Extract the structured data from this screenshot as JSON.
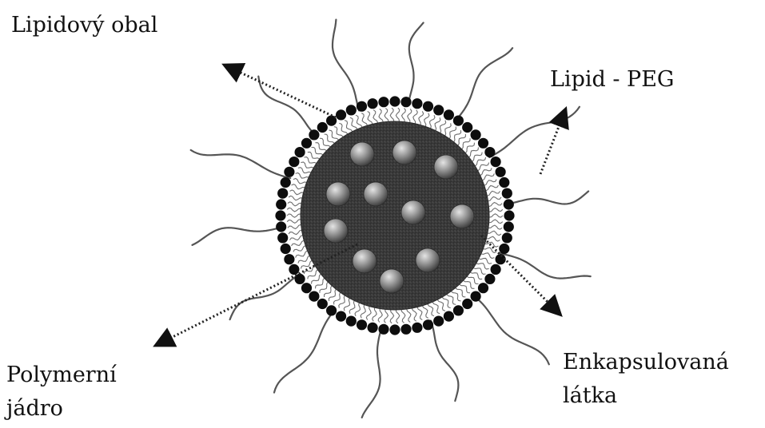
{
  "labels": {
    "lipid_shell": "Lipidový  obal",
    "lipid_peg": "Lipid - PEG",
    "polymer_core_line1": "Polymerní",
    "polymer_core_line2": "jádro",
    "encapsulated_line1": "Enkapsulovaná",
    "encapsulated_line2": "látka"
  },
  "colors": {
    "core": "#3a3a3a",
    "lipid_head": "#0d0d0d",
    "lipid_tail": "#6e6e6e",
    "peg_chain": "#555555",
    "drug_particle": "#8a8a8a",
    "arrow": "#222222"
  },
  "counts": {
    "drug_particles": 11,
    "peg_chains": 14
  }
}
